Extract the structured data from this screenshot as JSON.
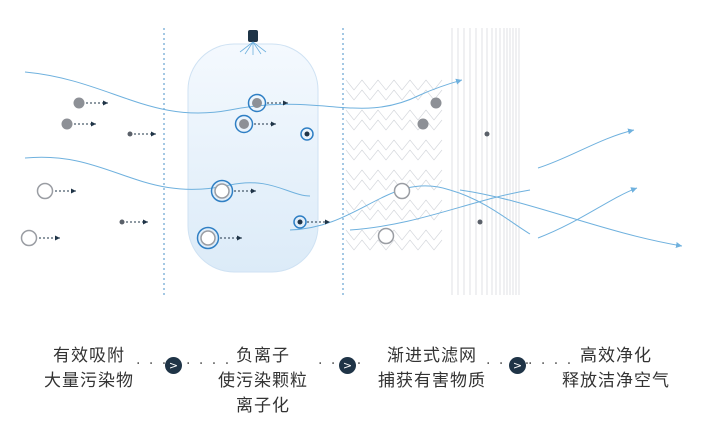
{
  "colors": {
    "flow_line": "#6fb1de",
    "divider": "#4a90c8",
    "particle_dark": "#8d9096",
    "particle_ring": "#9a9da3",
    "ion_blue": "#2f7fc4",
    "arrow_circle": "#1f3447",
    "chamber_fill": "#e9f3fc",
    "text": "#333333"
  },
  "icons": {
    "step_arrow": "chevron-right-circle-icon",
    "ionizer": "ionizer-emitter-icon"
  },
  "steps": [
    {
      "line1": "有效吸附",
      "line2": "大量污染物",
      "line3": ""
    },
    {
      "line1": "负离子",
      "line2": "使污染颗粒",
      "line3": "离子化"
    },
    {
      "line1": "渐进式滤网",
      "line2": "捕获有害物质",
      "line3": ""
    },
    {
      "line1": "高效净化",
      "line2": "释放洁净空气",
      "line3": ""
    }
  ],
  "connector": {
    "dots": "· · · ·",
    "arrow": ">"
  }
}
